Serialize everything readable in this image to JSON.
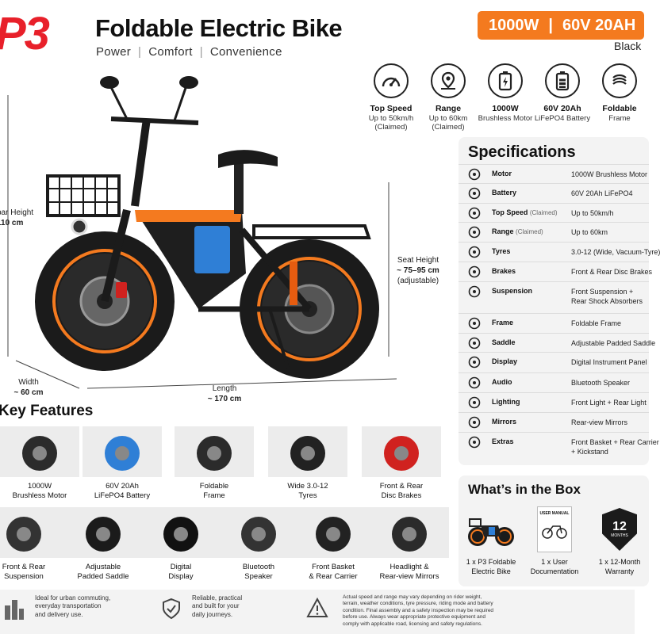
{
  "header": {
    "logo_text": "P3",
    "title": "Foldable Electric Bike",
    "tagline": [
      "Power",
      "Comfort",
      "Convenience"
    ],
    "badge": [
      "1000W",
      "60V 20AH"
    ],
    "colour": "Black"
  },
  "top_features": [
    {
      "icon": "speedometer-icon",
      "title": "Top Speed",
      "sub": "Up to 50km/h",
      "note": "(Claimed)"
    },
    {
      "icon": "map-pin-icon",
      "title": "Range",
      "sub": "Up to 60km",
      "note": "(Claimed)"
    },
    {
      "icon": "battery-motor-icon",
      "title": "1000W",
      "sub": "Brushless Motor",
      "note": ""
    },
    {
      "icon": "battery-icon",
      "title": "60V 20Ah",
      "sub": "LiFePO4 Battery",
      "note": ""
    },
    {
      "icon": "fold-icon",
      "title": "Foldable",
      "sub": "Frame",
      "note": ""
    }
  ],
  "measurements": {
    "handlebar": [
      "bar Height",
      "110 cm"
    ],
    "seat": [
      "Seat Height",
      "~ 75–95 cm",
      "(adjustable)"
    ],
    "width": [
      "Width",
      "~ 60 cm"
    ],
    "length": [
      "Length",
      "~ 170 cm"
    ]
  },
  "specs": {
    "title": "Specifications",
    "rows": [
      {
        "icon": "motor-icon",
        "key": "Motor",
        "note": "",
        "value": "1000W Brushless Motor"
      },
      {
        "icon": "battery-icon",
        "key": "Battery",
        "note": "",
        "value": "60V 20Ah LiFePO4"
      },
      {
        "icon": "speedometer-icon",
        "key": "Top Speed",
        "note": "(Claimed)",
        "value": "Up to 50km/h"
      },
      {
        "icon": "map-pin-icon",
        "key": "Range",
        "note": "(Claimed)",
        "value": "Up to 60km"
      },
      {
        "icon": "tyre-icon",
        "key": "Tyres",
        "note": "",
        "value": "3.0-12 (Wide, Vacuum-Tyre)"
      },
      {
        "icon": "brake-disc-icon",
        "key": "Brakes",
        "note": "",
        "value": "Front & Rear Disc Brakes"
      },
      {
        "icon": "spring-icon",
        "key": "Suspension",
        "note": "",
        "value": "Front Suspension +",
        "value2": "Rear Shock Absorbers"
      },
      {
        "icon": "frame-icon",
        "key": "Frame",
        "note": "",
        "value": "Foldable Frame"
      },
      {
        "icon": "saddle-icon",
        "key": "Saddle",
        "note": "",
        "value": "Adjustable Padded Saddle"
      },
      {
        "icon": "display-icon",
        "key": "Display",
        "note": "",
        "value": "Digital Instrument Panel"
      },
      {
        "icon": "speaker-icon",
        "key": "Audio",
        "note": "",
        "value": "Bluetooth Speaker"
      },
      {
        "icon": "light-icon",
        "key": "Lighting",
        "note": "",
        "value": "Front Light + Rear Light"
      },
      {
        "icon": "mirror-icon",
        "key": "Mirrors",
        "note": "",
        "value": "Rear-view Mirrors"
      },
      {
        "icon": "plus-icon",
        "key": "Extras",
        "note": "",
        "value": "Front Basket + Rear Carrier",
        "value2": "+ Kickstand"
      }
    ]
  },
  "key_features": {
    "title": "Key Features",
    "items": [
      [
        "1000W",
        "Brushless Motor"
      ],
      [
        "60V 20Ah",
        "LiFePO4 Battery"
      ],
      [
        "Foldable",
        "Frame"
      ],
      [
        "Wide 3.0-12",
        "Tyres"
      ],
      [
        "Front & Rear",
        "Disc Brakes"
      ],
      [
        "Front & Rear",
        "Suspension"
      ],
      [
        "Adjustable",
        "Padded Saddle"
      ],
      [
        "Digital",
        "Display"
      ],
      [
        "Bluetooth",
        "Speaker"
      ],
      [
        "Front Basket",
        "& Rear Carrier"
      ],
      [
        "Headlight &",
        "Rear-view Mirrors"
      ]
    ]
  },
  "box": {
    "title": "What’s in the Box",
    "items": [
      [
        "1 x P3 Foldable",
        "Electric Bike"
      ],
      [
        "1 x User",
        "Documentation"
      ],
      [
        "1 x 12-Month",
        "Warranty"
      ]
    ],
    "manual_label": "USER MANUAL",
    "warranty_num": "12",
    "warranty_unit": "MONTHS"
  },
  "footer": {
    "f1": [
      "Ideal for urban commuting,",
      "everyday transportation",
      "and delivery use."
    ],
    "f2": [
      "Reliable, practical",
      "and built for your",
      "daily journeys."
    ],
    "f3": [
      "Actual speed and range may vary depending on rider weight,",
      "terrain, weather conditions, tyre pressure, riding mode and battery",
      "condition. Final assembly and a safety inspection may be required",
      "before use. Always wear appropriate protective equipment and",
      "comply with applicable road, licensing and safety regulations."
    ]
  }
}
